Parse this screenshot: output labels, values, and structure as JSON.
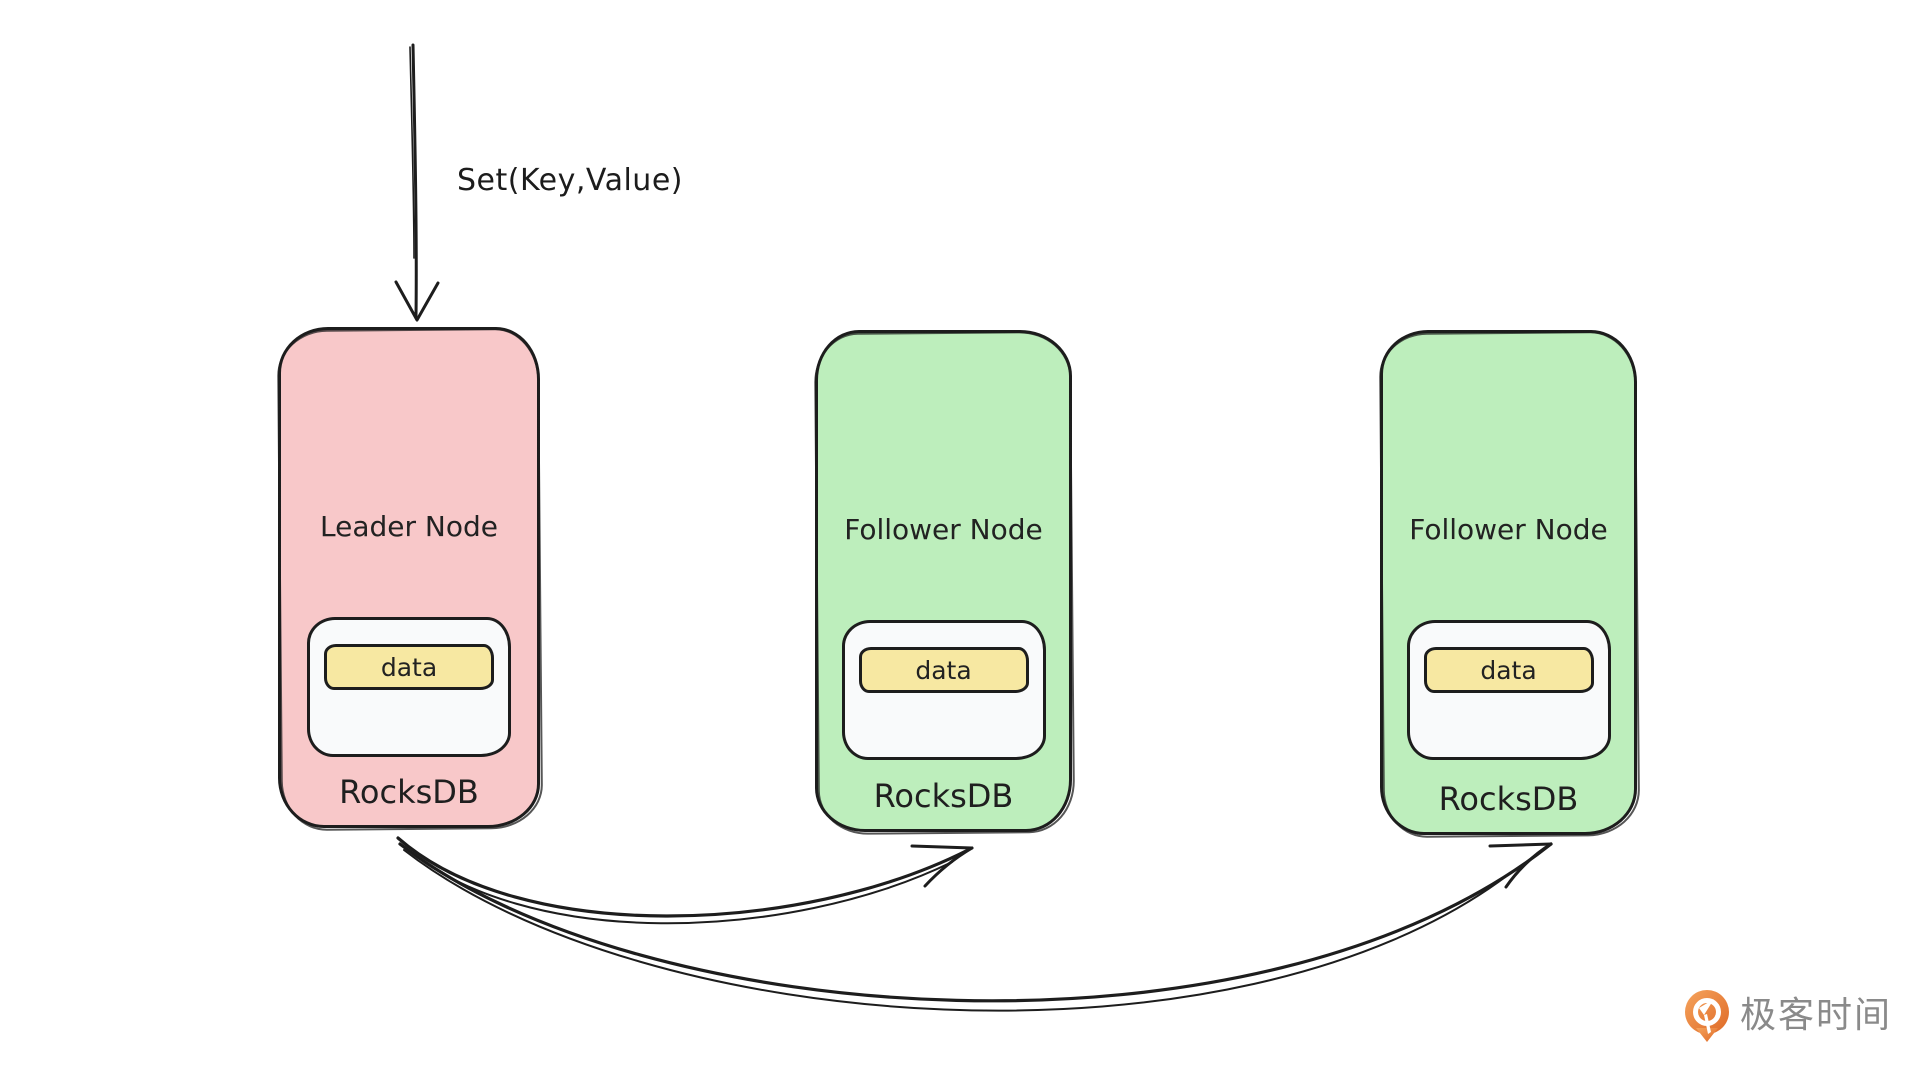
{
  "diagram": {
    "arrows": [
      {
        "name": "set-arrow",
        "label": "Set(Key,Value)",
        "from": "client",
        "to": "leader-node"
      },
      {
        "name": "replication-arrow-1",
        "label": "",
        "from": "leader-node",
        "to": "follower-node-1"
      },
      {
        "name": "replication-arrow-2",
        "label": "",
        "from": "leader-node",
        "to": "follower-node-2"
      }
    ],
    "nodes": [
      {
        "role": "leader",
        "label": "Leader Node",
        "data_label": "data",
        "db_label": "RocksDB",
        "fill": "#f8c8c9"
      },
      {
        "role": "follower-1",
        "label": "Follower Node",
        "data_label": "data",
        "db_label": "RocksDB",
        "fill": "#bdeebc"
      },
      {
        "role": "follower-2",
        "label": "Follower Node",
        "data_label": "data",
        "db_label": "RocksDB",
        "fill": "#bdeebc"
      }
    ],
    "colors": {
      "background": "#ffffff",
      "leader_fill": "#f8c8c9",
      "follower_fill": "#bdeebc",
      "data_chip_fill": "#f7e8a2",
      "db_box_fill": "#f9fafb",
      "stroke": "#1d1d1d"
    }
  },
  "branding": {
    "logo_text": "极客时间",
    "logo_icon": "geektime-pin-icon",
    "logo_text_color": "#8a8a8a",
    "logo_icon_color": "#e8722f"
  }
}
